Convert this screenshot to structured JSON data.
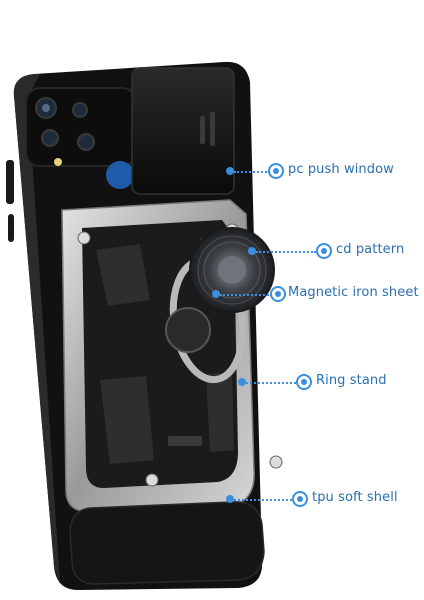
{
  "labels": {
    "pc_push_window": "pc push window",
    "cd_pattern": "cd pattern",
    "magnetic_iron_sheet": "Magnetic iron sheet",
    "ring_stand": "Ring stand",
    "tpu_soft_shell": "tpu soft shell"
  },
  "colors": {
    "accent": "#3a8fe0",
    "label_text": "#2a6fb0",
    "case_black": "#111111",
    "armor_silver": "#c9c9c9",
    "ring_dark": "#3b3f44",
    "camera_blue": "#1e5ba8"
  },
  "icons": {
    "callout_dot": "filled-blue-dot",
    "callout_ring": "blue-ring-target"
  }
}
